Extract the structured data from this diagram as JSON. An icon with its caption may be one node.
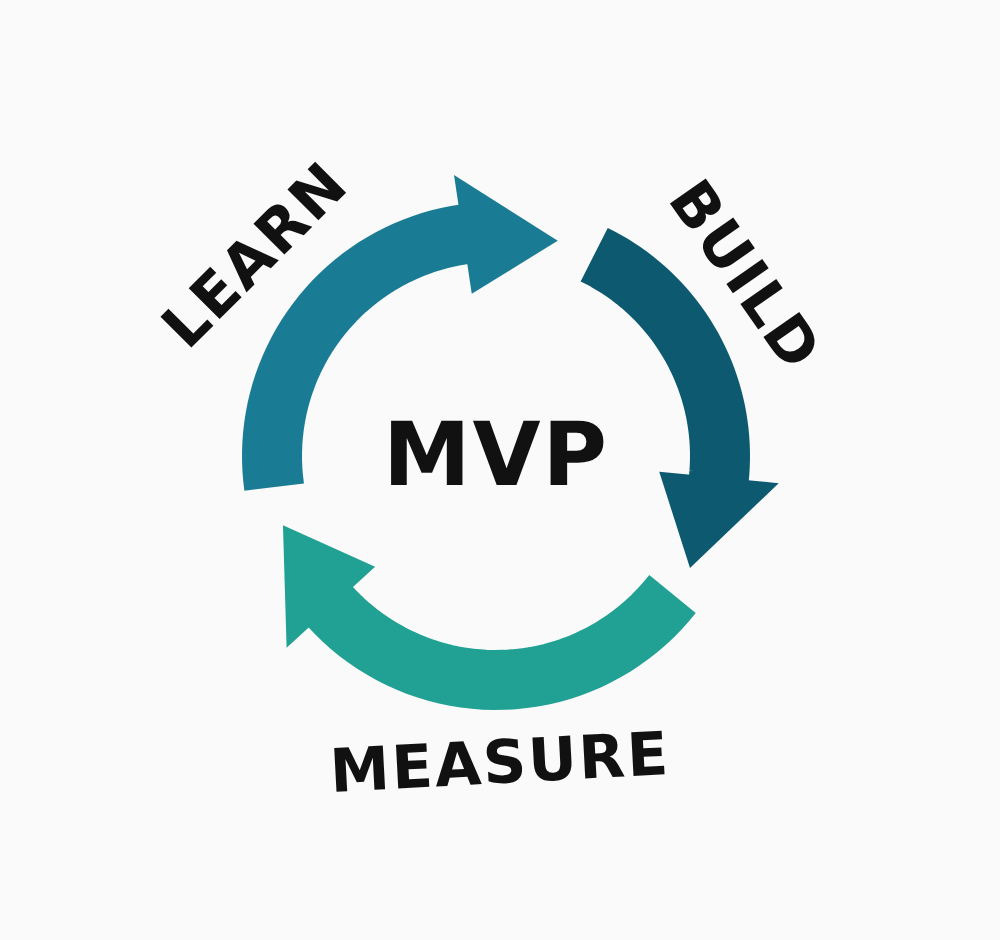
{
  "diagram": {
    "labels": [
      "LEARN",
      "BUILD",
      "MVP",
      "MEASURE"
    ]
  }
}
